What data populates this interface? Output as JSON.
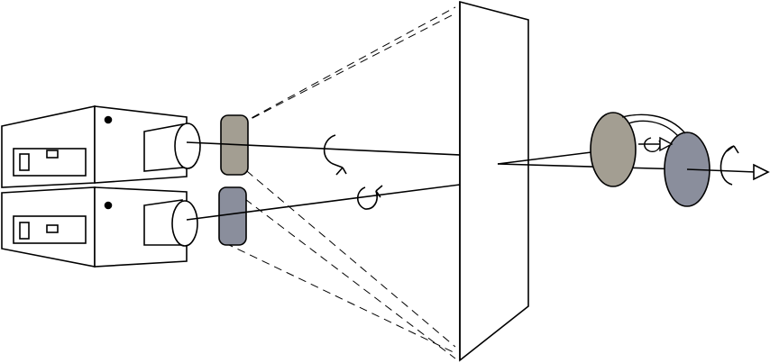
{
  "diagram": {
    "stroke_color": "#000000",
    "background_color": "#ffffff",
    "projectors": [
      {
        "id": "projector-top",
        "filter_color": "#a39e92"
      },
      {
        "id": "projector-bottom",
        "filter_color": "#8a8e9c"
      }
    ],
    "viewer_glasses": {
      "left_lens_color": "#a39e92",
      "right_lens_color": "#8a8e9c"
    },
    "icons": [
      "circular-polarization-arrow-icon",
      "projection-screen",
      "viewer-eye-arrow-icon"
    ]
  }
}
